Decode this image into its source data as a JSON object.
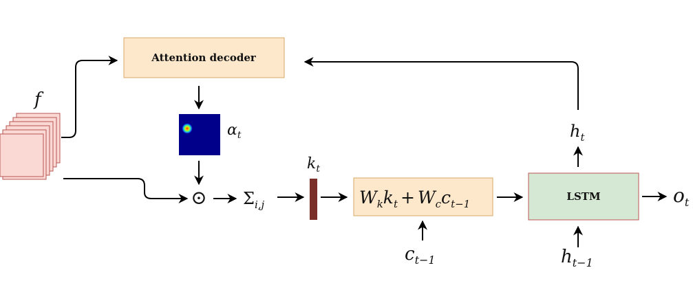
{
  "nodes": {
    "attention_decoder": {
      "label": "Attention decoder"
    },
    "lstm": {
      "label": "LSTM"
    },
    "combine": {
      "w": "W",
      "k_sub": "k",
      "k": "k",
      "t_sub": "t",
      "plus": "+",
      "c": "c",
      "c_sub": "c",
      "prev_sub": "t−1"
    },
    "sum": {
      "symbol": "Σ",
      "sub": "i,j"
    },
    "odot": {
      "symbol": "⊙"
    }
  },
  "labels": {
    "f": "f",
    "alpha": {
      "base": "α",
      "sub": "t"
    },
    "k": {
      "base": "k",
      "sub": "t"
    },
    "h": {
      "base": "h",
      "sub": "t"
    },
    "c_prev": {
      "base": "c",
      "sub": "t−1"
    },
    "h_prev": {
      "base": "h",
      "sub": "t−1"
    },
    "o": {
      "base": "o",
      "sub": "t"
    }
  },
  "colors": {
    "decoder_fill": "#fde8cc",
    "decoder_stroke": "#d9a866",
    "lstm_fill": "#d5e8d4",
    "lstm_stroke": "#b85450",
    "feature_fill": "#fad9d5",
    "feature_stroke": "#b85450",
    "k_bar": "#7a3028",
    "heatmap_bg": "#00008b"
  }
}
